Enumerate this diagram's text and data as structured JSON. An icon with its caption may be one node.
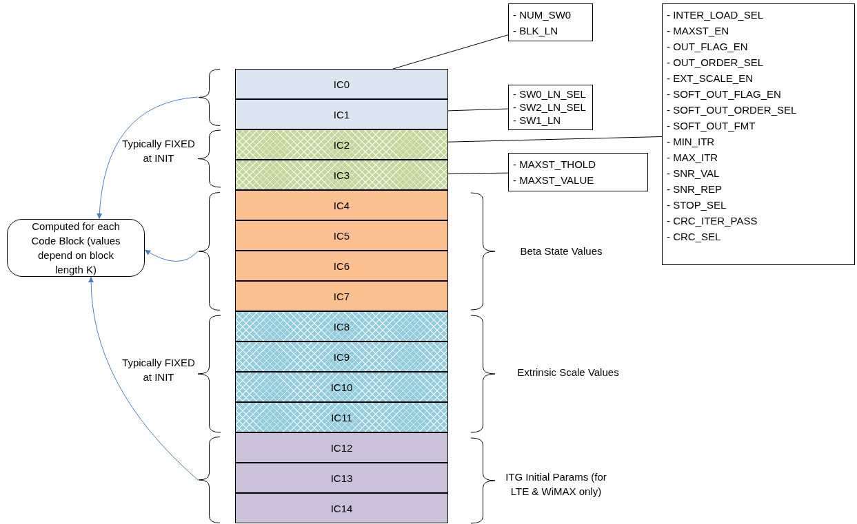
{
  "diagram": {
    "nodes": [
      {
        "text": [
          "IC0"
        ]
      },
      {
        "text": [
          "IC1"
        ]
      },
      {
        "text": [
          "IC2"
        ]
      },
      {
        "text": [
          "IC3"
        ]
      },
      {
        "text": [
          "IC4"
        ]
      },
      {
        "text": [
          "IC5"
        ]
      },
      {
        "text": [
          "IC6"
        ]
      },
      {
        "text": [
          "IC7"
        ]
      },
      {
        "text": [
          "IC8"
        ]
      },
      {
        "text": [
          "IC9"
        ]
      },
      {
        "text": [
          "IC10"
        ]
      },
      {
        "text": [
          "IC11"
        ]
      },
      {
        "text": [
          "IC12"
        ]
      },
      {
        "text": [
          "IC13"
        ]
      },
      {
        "text": [
          "IC14"
        ]
      },
      {
        "text": [
          "- NUM_SW0",
          "- BLK_LN"
        ]
      },
      {
        "text": [
          "- SW0_LN_SEL",
          "- SW2_LN_SEL",
          "- SW1_LN"
        ]
      },
      {
        "text": [
          "- INTER_LOAD_SEL",
          "- MAXST_EN",
          "- OUT_FLAG_EN",
          "- OUT_ORDER_SEL",
          "- EXT_SCALE_EN",
          "- SOFT_OUT_FLAG_EN",
          "- SOFT_OUT_ORDER_SEL",
          "- SOFT_OUT_FMT",
          "- MIN_ITR",
          "- MAX_ITR",
          "- SNR_VAL",
          "- SNR_REP",
          "- STOP_SEL",
          "- CRC_ITER_PASS",
          "- CRC_SEL"
        ]
      },
      {
        "text": [
          "- MAXST_THOLD",
          "- MAXST_VALUE"
        ]
      },
      {
        "text": [
          "Computed for each Code Block (values depend on block length K)"
        ]
      },
      {
        "text": [],
        "shape": "brace"
      },
      {
        "text": [],
        "shape": "brace"
      },
      {
        "text": [],
        "shape": "brace"
      }
    ],
    "edges": [
      {
        "from": 0,
        "to": 15,
        "arrow": "none"
      },
      {
        "from": 1,
        "to": 16,
        "arrow": "none"
      },
      {
        "from": 2,
        "to": 17,
        "arrow": "none"
      },
      {
        "from": 3,
        "to": 18,
        "arrow": "none"
      },
      {
        "from": 20,
        "to": 19,
        "arrow": "to",
        "color": "#4a7ebb"
      },
      {
        "from": 21,
        "to": 19,
        "arrow": "to",
        "color": "#4a7ebb"
      },
      {
        "from": 22,
        "to": 19,
        "arrow": "to",
        "color": "#4a7ebb"
      }
    ],
    "labels": [
      "Typically FIXED at INIT",
      "Beta State Values",
      "Typically FIXED at INIT",
      "Extrinsic Scale Values",
      "ITG Initial Params (for LTE & WiMAX only)"
    ]
  }
}
